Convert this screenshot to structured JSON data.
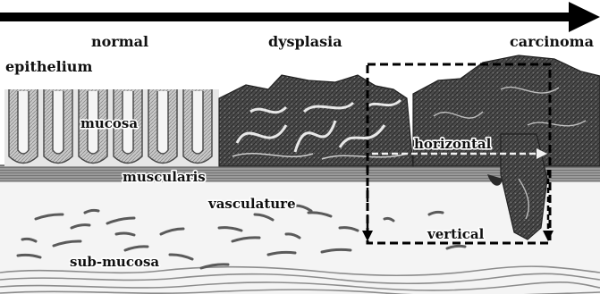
{
  "stages": {
    "normal": "normal",
    "dysplasia": "dysplasia",
    "carcinoma": "carcinoma"
  },
  "labels": {
    "epithelium": "epithelium",
    "mucosa": "mucosa",
    "muscularis": "muscularis",
    "vasculature": "vasculature",
    "sub_mucosa": "sub-mucosa",
    "horizontal": "horizontal",
    "vertical": "vertical"
  },
  "colors": {
    "arrow": "#000000",
    "tissue_light": "#d2d2d2",
    "tissue_dark": "#3a3a3a",
    "box_dash": "#000000",
    "horizontal_arrow": "#f2f2f2"
  }
}
